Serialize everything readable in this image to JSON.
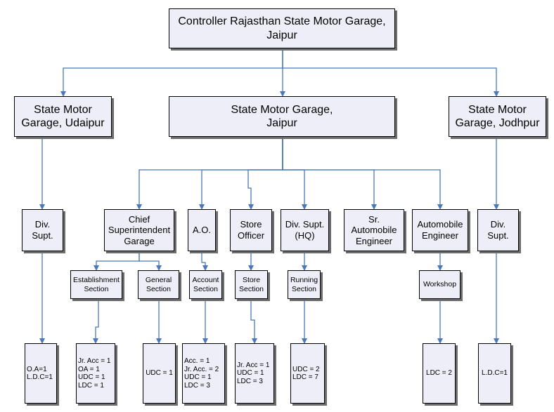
{
  "nodes": {
    "controller": "Controller Rajasthan State Motor Garage,\nJaipur",
    "udaipur": "State Motor\nGarage, Udaipur",
    "jaipur": "State Motor Garage,\nJaipur",
    "jodhpur": "State Motor\nGarage, Jodhpur",
    "div_supt_left": "Div.\nSupt.",
    "chief_supt": "Chief\nSuperintendent\nGarage",
    "ao": "A.O.",
    "store_officer": "Store\nOfficer",
    "div_supt_hq": "Div. Supt.\n(HQ)",
    "sr_auto_eng": "Sr.\nAutomobile\nEngineer",
    "auto_eng": "Automobile\nEngineer",
    "div_supt_right": "Div.\nSupt.",
    "establishment": "Establishment\nSection",
    "general": "General\nSection",
    "account": "Account\nSection",
    "store_section": "Store\nSection",
    "running": "Running\nSection",
    "workshop": "Workshop"
  },
  "staff": {
    "udaipur": "O.A=1\nL.D.C=1",
    "establishment": "Jr. Acc = 1\nOA = 1\nUDC = 1\nLDC = 1",
    "general": "UDC = 1",
    "account": "Acc. = 1\nJr. Acc. = 2\nUDC = 1\nLDC = 3",
    "store": "Jr. Acc = 1\nUDC = 1\nLDC = 3",
    "running": "UDC = 2\nLDC = 7",
    "workshop": "LDC = 2",
    "jodhpur": "L.D.C=1"
  },
  "colors": {
    "connector": "#4a78b8",
    "box_fill": "#eeeef8",
    "box_border": "#000000",
    "shadow": "#6c6c6c"
  }
}
